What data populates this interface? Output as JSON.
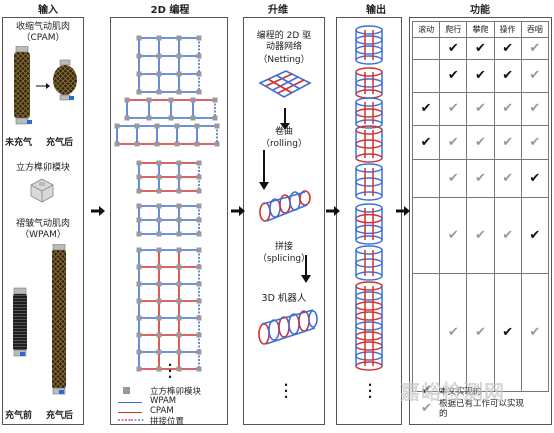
{
  "headers": {
    "input": "输入",
    "programming": "2D 编程",
    "lift": "升维",
    "output": "输出",
    "function": "功能"
  },
  "input": {
    "cpam_title": "收缩气动肌肉",
    "cpam_abbr": "（CPAM）",
    "before_1": "未充气",
    "after_1": "充气后",
    "block_title": "立方榫卯模块",
    "wpam_title": "褶皱气动肌肉",
    "wpam_abbr": "（WPAM）",
    "before_2": "充气前",
    "after_2": "充气后"
  },
  "lift": {
    "step1_line1": "编程的 2D 驱",
    "step1_line2": "动器网络",
    "step1_abbr": "（Netting）",
    "step2": "卷曲",
    "step2_abbr": "（rolling）",
    "step3": "拼接",
    "step3_abbr": "（splicing）",
    "step4": "3D 机器人"
  },
  "legend": {
    "block": "立方榫卯模块",
    "wpam": "WPAM",
    "cpam": "CPAM",
    "splice": "拼接位置"
  },
  "colors": {
    "wpam": "#3f6fd6",
    "cpam": "#d23030",
    "block": "#999999"
  },
  "function_table": {
    "headers": [
      "滚动",
      "爬行",
      "攀爬",
      "操作",
      "吞咽"
    ],
    "rows": [
      [
        "",
        "✔",
        "✔",
        "✔",
        "✔g"
      ],
      [
        "",
        "✔",
        "✔",
        "✔",
        "✔g"
      ],
      [
        "✔",
        "✔g",
        "✔g",
        "✔g",
        "✔g"
      ],
      [
        "✔",
        "✔g",
        "✔g",
        "✔g",
        "✔g"
      ],
      [
        "",
        "✔g",
        "✔g",
        "✔g",
        "✔"
      ],
      [
        "",
        "✔g",
        "✔g",
        "✔g",
        "✔"
      ],
      [
        "",
        "✔g",
        "✔g",
        "✔",
        "✔g"
      ]
    ],
    "note_black": "本文实现的",
    "note_gray": "根据已有工作可以实现的"
  },
  "watermark": "嘉峪检测网"
}
